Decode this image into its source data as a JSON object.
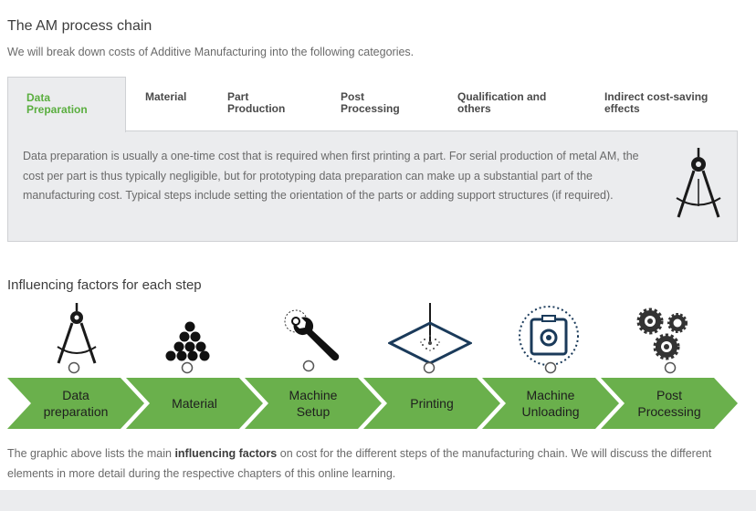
{
  "page": {
    "title": "The AM process chain",
    "subtitle": "We will break down costs of Additive Manufacturing into the following categories."
  },
  "tabs": [
    {
      "line1": "Data",
      "line2": "Preparation",
      "active": true
    },
    {
      "line1": "Material",
      "line2": "",
      "active": false
    },
    {
      "line1": "Part",
      "line2": "Production",
      "active": false
    },
    {
      "line1": "Post",
      "line2": "Processing",
      "active": false
    },
    {
      "line1": "Qualification and",
      "line2": "others",
      "active": false
    },
    {
      "line1": "Indirect cost-saving",
      "line2": "effects",
      "active": false
    }
  ],
  "panel": {
    "text": "Data preparation is usually a one-time cost that is required when first printing a part. For serial production of metal AM, the cost per part is thus typically negligible, but for prototyping data preparation can make up a substantial part of the manufacturing cost. Typical steps include setting the orientation of the parts or adding support structures (if required).",
    "icon": "compass-icon"
  },
  "factors": {
    "title": "Influencing factors for each step",
    "steps": [
      {
        "line1": "Data",
        "line2": "preparation",
        "icon": "compass-icon"
      },
      {
        "line1": "Material",
        "line2": "",
        "icon": "powder-spheres-icon"
      },
      {
        "line1": "Machine",
        "line2": "Setup",
        "icon": "wrench-icon"
      },
      {
        "line1": "Printing",
        "line2": "",
        "icon": "laser-melting-icon"
      },
      {
        "line1": "Machine",
        "line2": "Unloading",
        "icon": "build-plate-cycle-icon"
      },
      {
        "line1": "Post",
        "line2": "Processing",
        "icon": "gears-icon"
      }
    ],
    "arrow_color": "#6ab04c"
  },
  "footer": {
    "before": "The graphic above lists the main ",
    "bold": "influencing factors",
    "after": " on cost for the different steps of the manufacturing chain. We will discuss the different elements in more detail during the respective chapters of this online learning."
  },
  "colors": {
    "accent": "#5aae3f",
    "panel_bg": "#ebecee"
  }
}
